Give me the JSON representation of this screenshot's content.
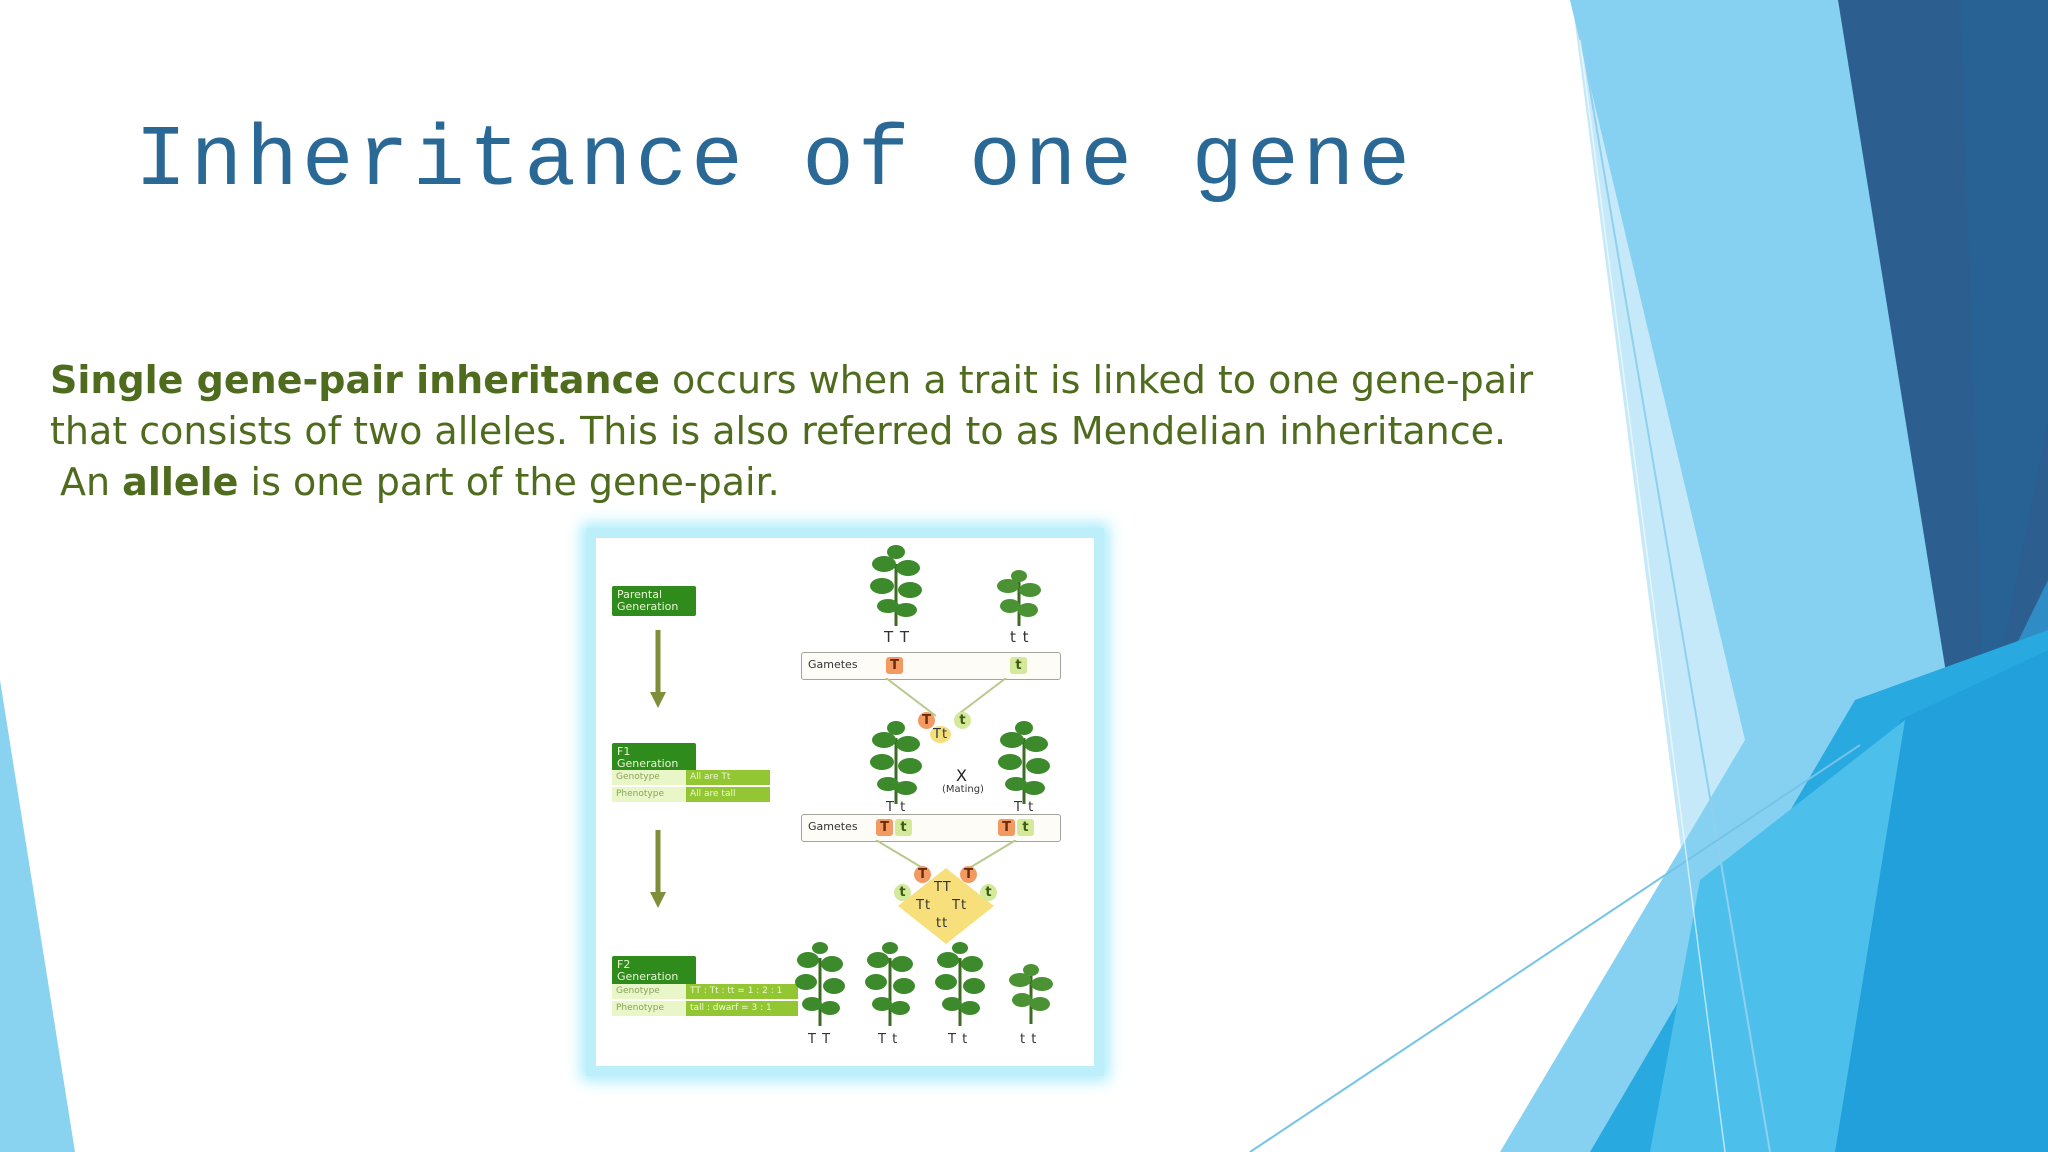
{
  "slide": {
    "title": "Inheritance of one gene",
    "paragraph": {
      "line1_bold": "Single gene-pair inheritance",
      "line1_rest": " occurs when a trait is linked to one gene-pair",
      "line2": "that consists of two alleles. This is also referred to as Mendelian inheritance.",
      "line3_pre": "An ",
      "line3_bold": "allele",
      "line3_rest": " is one part of the gene-pair."
    }
  },
  "figure": {
    "parental_label": "Parental Generation",
    "f1_label": "F1 Generation",
    "f2_label": "F2 Generation",
    "f1_table": {
      "genotype_key": "Genotype",
      "genotype_val": "All are Tt",
      "phenotype_key": "Phenotype",
      "phenotype_val": "All are tall"
    },
    "f2_table": {
      "genotype_key": "Genotype",
      "genotype_val": "TT : Tt : tt = 1 : 2 : 1",
      "phenotype_key": "Phenotype",
      "phenotype_val": "tall : dwarf = 3 : 1"
    },
    "gametes_label": "Gametes",
    "parent_genotypes": [
      "T T",
      "t t"
    ],
    "f1_genotypes": [
      "T t",
      "T t"
    ],
    "mating_symbol": "X",
    "mating_label": "(Mating)",
    "cross_f1": "Tt",
    "punnett": [
      "TT",
      "Tt",
      "Tt",
      "tt"
    ],
    "f2_genotypes": [
      "T T",
      "T t",
      "T t",
      "t t"
    ],
    "alleles": {
      "dominant": "T",
      "recessive": "t"
    }
  },
  "colors": {
    "title": "#2a6896",
    "body_text": "#4f6b1e",
    "accent_dark": "#2b6898",
    "accent_mid": "#29abe2",
    "accent_light": "#7fcbee",
    "plant_green": "#3d8a2c"
  }
}
